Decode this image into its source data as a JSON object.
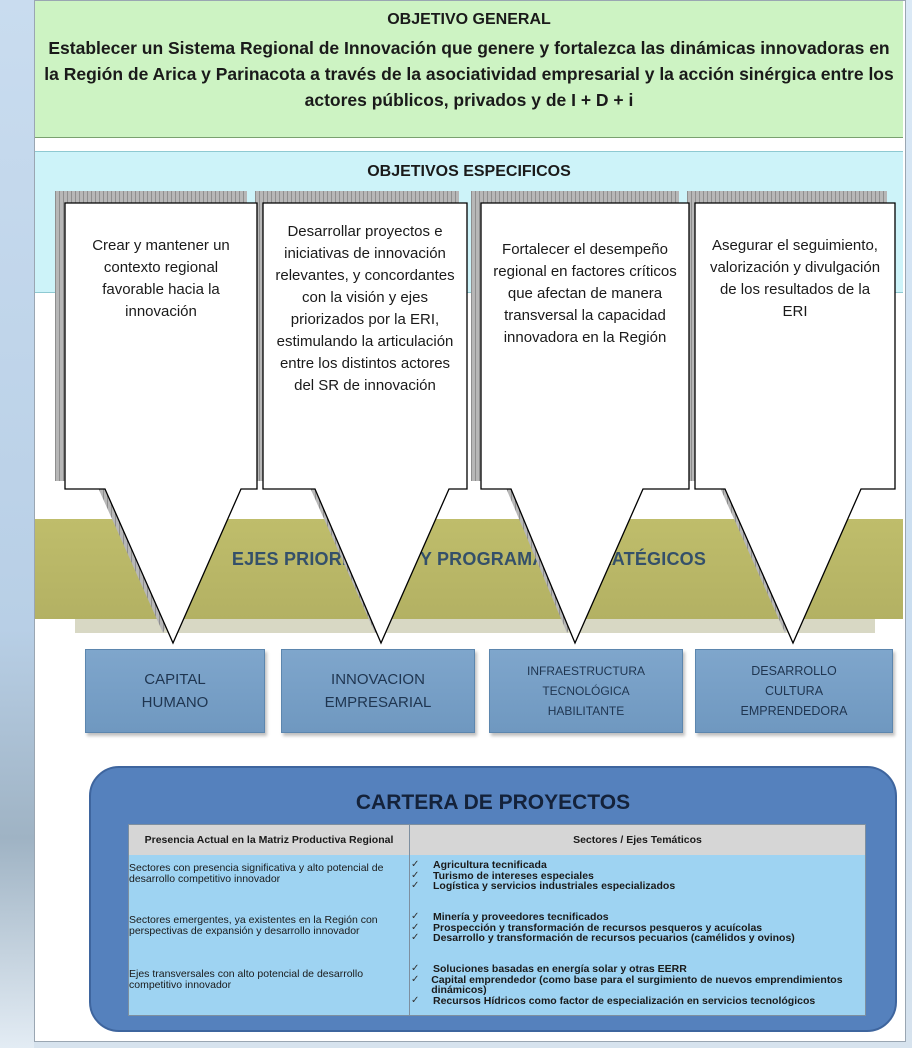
{
  "objetivo_general": {
    "title": "OBJETIVO GENERAL",
    "text": "Establecer un Sistema Regional de Innovación que genere y fortalezca las dinámicas innovadoras en la Región de Arica y Parinacota a través de la asociatividad empresarial y la acción sinérgica entre los actores públicos, privados y de I + D + i"
  },
  "objetivos_especificos": {
    "title": "OBJETIVOS ESPECIFICOS",
    "items": [
      "Crear y mantener un contexto regional favorable hacia la innovación",
      "Desarrollar proyectos e iniciativas de innovación relevantes, y concordantes con la visión y ejes priorizados por la ERI, estimulando la articulación entre los distintos actores del SR de innovación",
      "Fortalecer el desempeño regional en factores críticos que afectan de manera transversal la capacidad innovadora en la Región",
      "Asegurar el seguimiento, valorización y divulgación de los resultados de la ERI"
    ]
  },
  "ejes": {
    "title": "EJES PRIORITARIOS Y PROGRAMAS ESTRATÉGICOS",
    "programs": [
      "CAPITAL\nHUMANO",
      "INNOVACION\nEMPRESARIAL",
      "INFRAESTRUCTURA\nTECNOLÓGICA\nHABILITANTE",
      "DESARROLLO\nCULTURA\nEMPRENDEDORA"
    ]
  },
  "cartera": {
    "title": "CARTERA DE PROYECTOS",
    "col_left": "Presencia Actual en la Matriz Productiva Regional",
    "col_right": "Sectores  / Ejes Temáticos",
    "rows": [
      {
        "left": "Sectores  con presencia significativa y alto potencial de desarrollo competitivo innovador",
        "items": [
          "Agricultura tecnificada",
          "Turismo de intereses especiales",
          "Logística y servicios industriales especializados"
        ]
      },
      {
        "left": "Sectores emergentes, ya existentes en la Región con perspectivas de expansión y desarrollo innovador",
        "items": [
          "Minería y proveedores tecnificados",
          "Prospección y  transformación de recursos pesqueros y acuícolas",
          "Desarrollo y transformación de recursos  pecuarios (camélidos y ovinos)"
        ]
      },
      {
        "left": "Ejes transversales con alto potencial de desarrollo competitivo innovador",
        "items": [
          "Soluciones basadas en energía solar y otras EERR",
          "Capital emprendedor (como base para el surgimiento de nuevos emprendimientos dinámicos)",
          "Recursos Hídricos como factor de especialización en servicios tecnológicos"
        ]
      }
    ]
  }
}
